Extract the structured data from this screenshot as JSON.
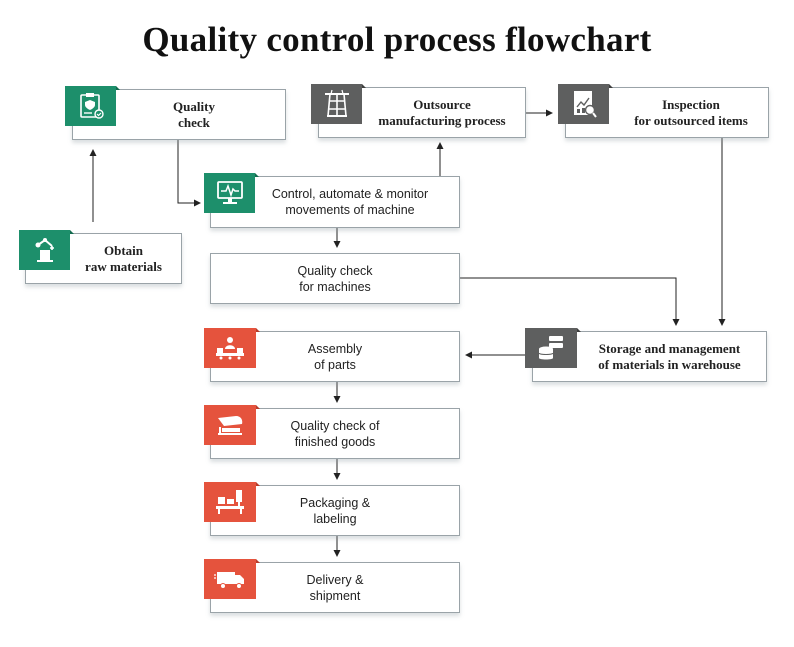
{
  "title": "Quality control process flowchart",
  "colors": {
    "green": "#1d8f6b",
    "gray": "#5e5f5f",
    "red": "#e5533d",
    "line": "#222222"
  },
  "nodes": {
    "quality_check": {
      "label": "Quality\ncheck",
      "icon": "clipboard-shield-icon"
    },
    "obtain_raw": {
      "label": "Obtain\nraw materials",
      "icon": "robotic-arm-icon"
    },
    "outsource": {
      "label": "Outsource\nmanufacturing process",
      "icon": "power-tower-icon"
    },
    "inspection": {
      "label": "Inspection\nfor outsourced items",
      "icon": "report-magnifier-icon"
    },
    "control_automate": {
      "label": "Control, automate & monitor\nmovements of machine",
      "icon": "monitor-pulse-icon"
    },
    "qc_machines": {
      "label": "Quality check\nfor machines"
    },
    "storage": {
      "label": "Storage and management\nof materials in warehouse",
      "icon": "database-stack-icon"
    },
    "assembly": {
      "label": "Assembly\nof parts",
      "icon": "assembly-line-icon"
    },
    "qc_finished": {
      "label": "Quality check of\nfinished goods",
      "icon": "sanding-machine-icon"
    },
    "packaging": {
      "label": "Packaging &\nlabeling",
      "icon": "packaging-machine-icon"
    },
    "delivery": {
      "label": "Delivery  &\nshipment",
      "icon": "delivery-truck-icon"
    }
  }
}
